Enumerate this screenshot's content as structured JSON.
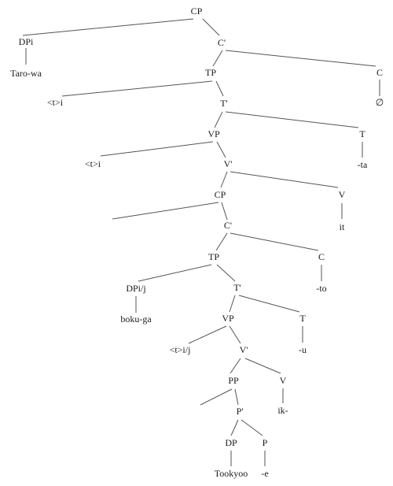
{
  "nodes": {
    "cp_root": "CP",
    "dp_subject": "DPi",
    "taro_wa": "Taro-wa",
    "c_bar_root": "C'",
    "tp_matrix": "TP",
    "c_matrix": "C",
    "null_comp": "∅",
    "trace_i_1": "<t>i",
    "t_bar_matrix": "T'",
    "vp_matrix": "VP",
    "t_matrix": "T",
    "ta": "-ta",
    "trace_i_2": "<t>i",
    "v_bar_matrix": "V'",
    "cp_embedded": "CP",
    "v_matrix": "V",
    "it": "it",
    "c_bar_embedded": "C'",
    "tp_embedded": "TP",
    "c_embedded": "C",
    "to": "-to",
    "dp_embedded": "DPi/j",
    "boku_ga": "boku-ga",
    "t_bar_embedded": "T'",
    "vp_embedded": "VP",
    "t_embedded": "T",
    "u": "-u",
    "trace_ij": "<t>i/j",
    "v_bar_embedded": "V'",
    "pp": "PP",
    "v_embedded": "V",
    "ik": "ik-",
    "p_bar": "P'",
    "dp_object": "DP",
    "p_head": "P",
    "tookyoo": "Tookyoo",
    "e": "-e"
  }
}
